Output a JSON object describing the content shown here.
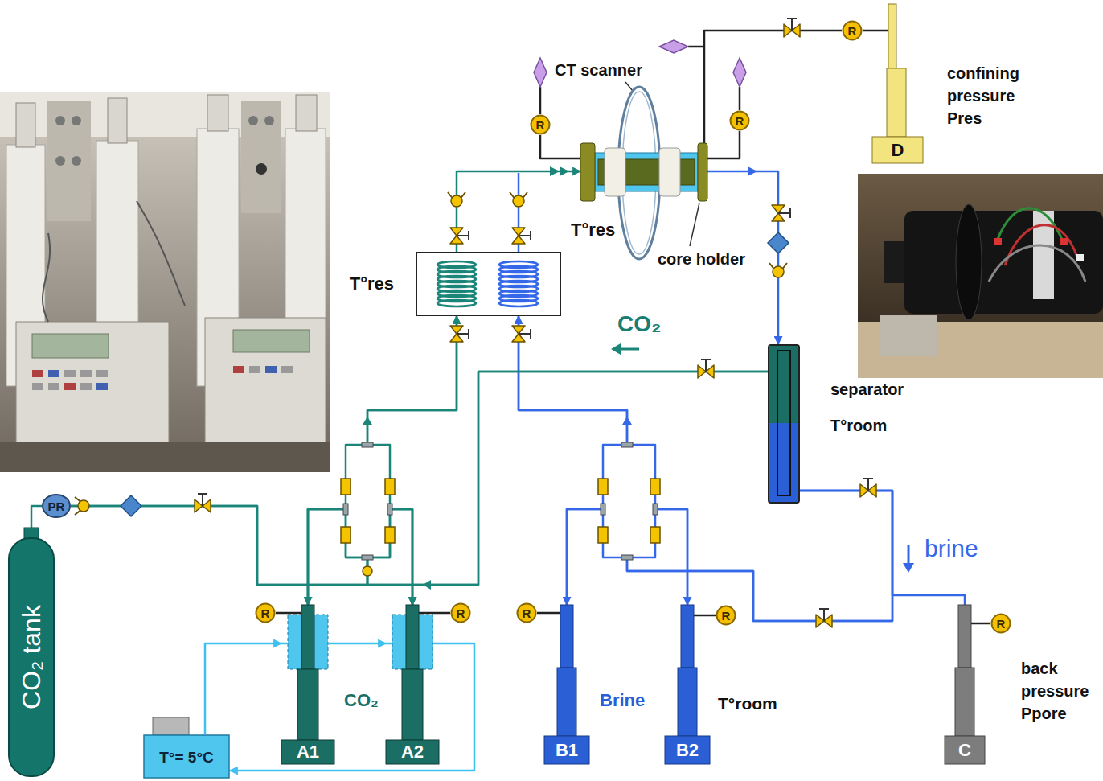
{
  "diagram": {
    "nodes": [
      {
        "text": [
          "CT scanner"
        ]
      },
      {
        "text": [
          "R"
        ]
      },
      {
        "text": [
          "T°res",
          "core holder"
        ]
      },
      {
        "text": [
          "R"
        ]
      },
      {
        "text": [
          "R"
        ]
      },
      {
        "text": [
          "D",
          "confining pressure Pres"
        ]
      },
      {
        "text": [
          "T°res"
        ]
      },
      {
        "text": [
          "separator",
          "T°room"
        ]
      },
      {
        "text": [
          "PR"
        ]
      },
      {
        "text": [
          "CO₂ tank"
        ]
      },
      {
        "text": [
          "R"
        ]
      },
      {
        "text": [
          "A1"
        ]
      },
      {
        "text": [
          "R"
        ]
      },
      {
        "text": [
          "A2"
        ]
      },
      {
        "text": [
          "R"
        ]
      },
      {
        "text": [
          "B1"
        ]
      },
      {
        "text": [
          "R"
        ]
      },
      {
        "text": [
          "B2"
        ]
      },
      {
        "text": [
          "R"
        ]
      },
      {
        "text": [
          "C",
          "back pressure Ppore"
        ]
      },
      {
        "text": [
          "T°= 5°C"
        ]
      }
    ],
    "edges": [
      {
        "from": 9,
        "to": 8,
        "arrow": "none"
      },
      {
        "from": 8,
        "to": 11,
        "arrow": "to"
      },
      {
        "from": 8,
        "to": 13,
        "arrow": "to"
      },
      {
        "from": 11,
        "to": 6,
        "arrow": "to"
      },
      {
        "from": 13,
        "to": 6,
        "arrow": "to"
      },
      {
        "from": 15,
        "to": 6,
        "arrow": "to"
      },
      {
        "from": 17,
        "to": 6,
        "arrow": "to"
      },
      {
        "from": 6,
        "to": 2,
        "arrow": "to"
      },
      {
        "from": 2,
        "to": 7,
        "arrow": "to"
      },
      {
        "from": 7,
        "to": 11,
        "label": "CO₂",
        "arrow": "to"
      },
      {
        "from": 7,
        "to": 13,
        "arrow": "to"
      },
      {
        "from": 7,
        "to": 15,
        "label": "brine",
        "arrow": "to"
      },
      {
        "from": 7,
        "to": 17,
        "arrow": "to"
      },
      {
        "from": 7,
        "to": 19,
        "arrow": "none"
      },
      {
        "from": 5,
        "to": 4,
        "arrow": "none"
      },
      {
        "from": 4,
        "to": 2,
        "arrow": "none"
      },
      {
        "from": 1,
        "to": 2,
        "arrow": "none"
      },
      {
        "from": 3,
        "to": 2,
        "arrow": "none"
      },
      {
        "from": 10,
        "to": 11,
        "arrow": "none"
      },
      {
        "from": 12,
        "to": 13,
        "arrow": "none"
      },
      {
        "from": 14,
        "to": 15,
        "arrow": "none"
      },
      {
        "from": 16,
        "to": 17,
        "arrow": "none"
      },
      {
        "from": 18,
        "to": 19,
        "arrow": "none"
      },
      {
        "from": 20,
        "to": 11,
        "arrow": "to"
      },
      {
        "from": 11,
        "to": 13,
        "arrow": "to"
      },
      {
        "from": 13,
        "to": 20,
        "arrow": "to"
      }
    ],
    "labels": [
      "CO₂",
      "Brine",
      "T°room"
    ]
  }
}
